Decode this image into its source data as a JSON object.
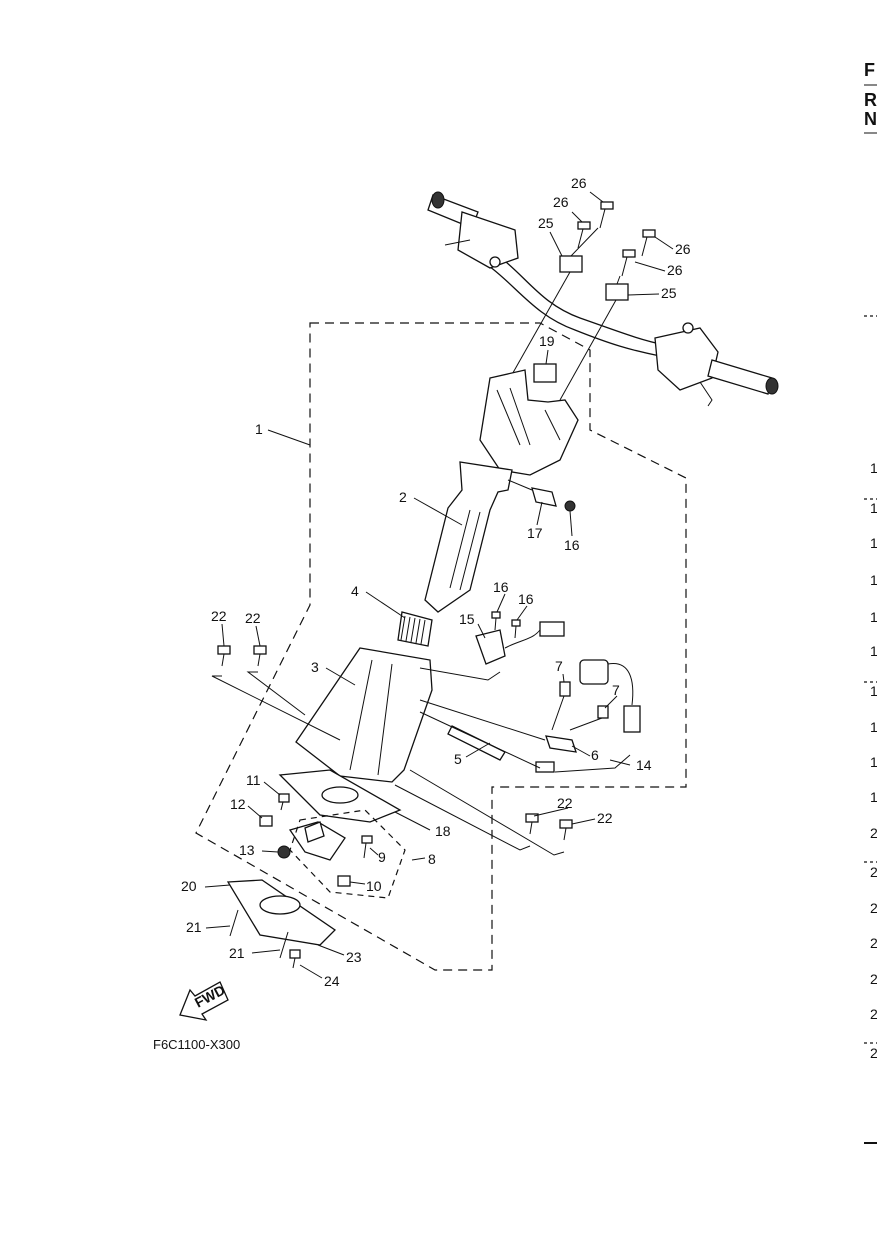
{
  "figure_code": "F6C1100-X300",
  "fwd_label": "FWD",
  "callouts": [
    "1",
    "2",
    "3",
    "4",
    "5",
    "6",
    "7",
    "8",
    "9",
    "10",
    "11",
    "12",
    "13",
    "14",
    "15",
    "16",
    "17",
    "18",
    "19",
    "20",
    "21",
    "22",
    "23",
    "24",
    "25",
    "26"
  ],
  "edge_text": {
    "header_letters": [
      "F",
      "R",
      "N"
    ],
    "row_digits": [
      "1",
      "1",
      "1",
      "1",
      "1",
      "1",
      "1",
      "1",
      "1",
      "1",
      "2",
      "2",
      "2",
      "2",
      "2",
      "2",
      "2"
    ]
  }
}
